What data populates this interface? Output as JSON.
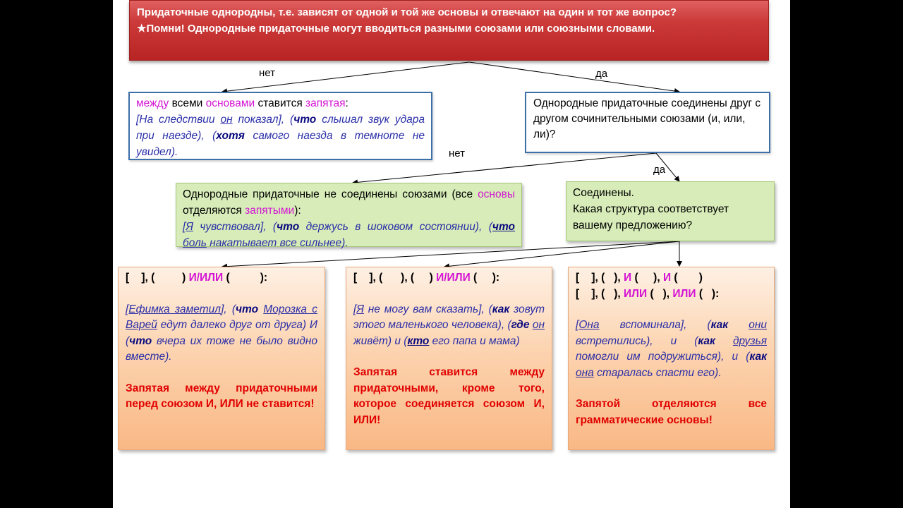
{
  "header": {
    "line1": "Придаточные однородны, т.е. зависят от одной и той же основы и отвечают на один и тот же вопрос?",
    "star": "★",
    "line2": "Помни! Однородные придаточные могут вводиться разными союзами или союзными словами."
  },
  "labels": {
    "no1": "нет",
    "yes1": "да",
    "no2": "нет",
    "yes2": "да"
  },
  "box_no": {
    "w_between": "между",
    "w_all": " всеми ",
    "w_bases": "основами",
    "w_put": " ставится ",
    "w_comma": "запятая",
    "w_colon": ":",
    "ex1": "[На следствии ",
    "ex1_on": "он",
    "ex1b": " показал], (",
    "ex_what": "что",
    "ex2": " слышал звук удара при наезде), (",
    "ex_though": "хотя",
    "ex3": " самого наезда в темноте не увидел)."
  },
  "box_yes": {
    "text": "Однородные придаточные соединены друг с другом сочинительными союзами (и, или, ли)?"
  },
  "box_green_left": {
    "t1": "Однородные придаточные не соединены союзами (все ",
    "t_bases": "основы",
    "t2": " отделяются ",
    "t_commas": "запятыми",
    "t3": "):",
    "e1": "Я",
    "e2": " чувствовал], (",
    "e_what1": "что",
    "e3": " держусь в шоковом состоянии), (",
    "e_what2": "что",
    "e_sp": " ",
    "e_pain": "боль",
    "e4": " накатывает все сильнее)."
  },
  "box_green_right": {
    "line1": "Соединены.",
    "line2": "Какая структура соответствует вашему предложению?"
  },
  "col1": {
    "f1": "[    ], (         ) ",
    "f_andor": "И/ИЛИ",
    "f2": " (          ):",
    "e_a": "Ефимка заметил",
    "e_b": "], (",
    "e_what": "что",
    "e_sp": " ",
    "e_moroz": "Морозка с Варей",
    "e_c": " едут далеко друг от друга) И (",
    "e_what2": "что",
    "e_d": " вчера их тоже не было видно вместе).",
    "rule": "Запятая между придаточными перед союзом И, ИЛИ не ставится!"
  },
  "col2": {
    "f1": "[    ], (      ), (     ) ",
    "f_andor": "И/ИЛИ",
    "f2": " (     ):",
    "e_a": "Я",
    "e_b": " не могу вам сказать], (",
    "e_how": "как",
    "e_c": " зовут этого маленького человека), (",
    "e_where": "где",
    "e_sp": " ",
    "e_he": "он",
    "e_d": " живёт) и (",
    "e_who": "кто",
    "e_e": " его папа и мама)",
    "rule": "Запятая ставится между придаточными, кроме того, которое соединяется союзом И, ИЛИ!"
  },
  "col3": {
    "r1a": "[    ], (   ), ",
    "r1_and1": "И",
    "r1b": " (     ), ",
    "r1_and2": "И",
    "r1c": " (       )",
    "r2a": "[    ], (   ), ",
    "r2_or1": "ИЛИ",
    "r2b": " (   ), ",
    "r2_or2": "ИЛИ",
    "r2c": " (   ):",
    "e_a": "Она",
    "e_b": " вспоминала], (",
    "e_how1": "как",
    "e_sp": " ",
    "e_they": "они",
    "e_c": " встретились), и (",
    "e_how2": "как",
    "e_friends": "друзья",
    "e_d": " помогли им подружиться), и (",
    "e_how3": "как",
    "e_she": "она",
    "e_e": " старалась спасти его).",
    "rule": "Запятой отделяются все грамматические основы!"
  }
}
